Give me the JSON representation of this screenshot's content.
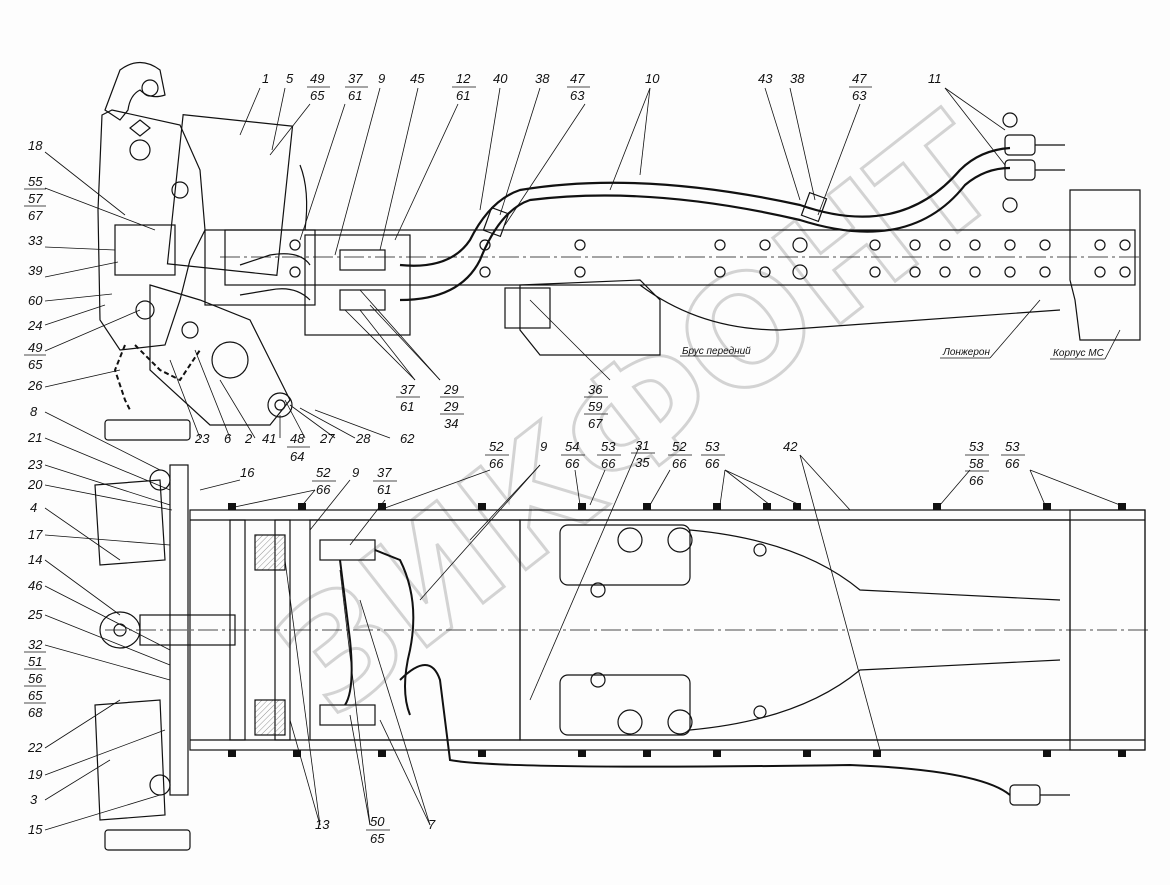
{
  "drawing": {
    "watermark": "ЗИКФОНТ",
    "captions": {
      "front_bar": "Брус передний",
      "side_member": "Лонжерон",
      "ms_body": "Корпус МС"
    },
    "top_view": {
      "labels_top": [
        {
          "id": "t1",
          "text": "1"
        },
        {
          "id": "t5",
          "text": "5"
        },
        {
          "id": "t49",
          "text": "49",
          "sub": "65"
        },
        {
          "id": "t37",
          "text": "37",
          "sub": "61"
        },
        {
          "id": "t9",
          "text": "9"
        },
        {
          "id": "t45",
          "text": "45"
        },
        {
          "id": "t12",
          "text": "12",
          "sub": "61"
        },
        {
          "id": "t40",
          "text": "40"
        },
        {
          "id": "t38a",
          "text": "38"
        },
        {
          "id": "t47a",
          "text": "47",
          "sub": "63"
        },
        {
          "id": "t10",
          "text": "10"
        },
        {
          "id": "t43",
          "text": "43"
        },
        {
          "id": "t38b",
          "text": "38"
        },
        {
          "id": "t47b",
          "text": "47",
          "sub": "63"
        },
        {
          "id": "t11",
          "text": "11"
        }
      ],
      "labels_left": [
        {
          "id": "l18",
          "text": "18"
        },
        {
          "id": "l55",
          "text": "55"
        },
        {
          "id": "l57",
          "text": "57"
        },
        {
          "id": "l67",
          "text": "67"
        },
        {
          "id": "l33",
          "text": "33"
        },
        {
          "id": "l39",
          "text": "39"
        },
        {
          "id": "l60",
          "text": "60"
        },
        {
          "id": "l24",
          "text": "24"
        },
        {
          "id": "l49",
          "text": "49"
        },
        {
          "id": "l65",
          "text": "65"
        },
        {
          "id": "l26",
          "text": "26"
        }
      ],
      "labels_bottom": [
        {
          "id": "b23",
          "text": "23"
        },
        {
          "id": "b6",
          "text": "6"
        },
        {
          "id": "b2",
          "text": "2"
        },
        {
          "id": "b41",
          "text": "41"
        },
        {
          "id": "b48",
          "text": "48"
        },
        {
          "id": "b64",
          "text": "64"
        },
        {
          "id": "b27",
          "text": "27"
        },
        {
          "id": "b28",
          "text": "28"
        },
        {
          "id": "b62",
          "text": "62"
        },
        {
          "id": "b37",
          "text": "37",
          "sub": "61"
        },
        {
          "id": "b29",
          "text": "29",
          "sub": "29",
          "sub2": "34"
        },
        {
          "id": "b36",
          "text": "36",
          "sub": "59",
          "sub2": "67"
        },
        {
          "id": "b31",
          "text": "31",
          "sub": "35"
        }
      ]
    },
    "plan_view": {
      "labels_top": [
        {
          "id": "p52a",
          "text": "52",
          "sub": "66"
        },
        {
          "id": "p9",
          "text": "9"
        },
        {
          "id": "p37",
          "text": "37",
          "sub": "61"
        },
        {
          "id": "p52b",
          "text": "52",
          "sub": "66"
        },
        {
          "id": "p9b",
          "text": "9"
        },
        {
          "id": "p54",
          "text": "54",
          "sub": "66"
        },
        {
          "id": "p53a",
          "text": "53",
          "sub": "66"
        },
        {
          "id": "p52c",
          "text": "52",
          "sub": "66"
        },
        {
          "id": "p53b",
          "text": "53",
          "sub": "66"
        },
        {
          "id": "p42",
          "text": "42"
        },
        {
          "id": "p53c",
          "text": "53",
          "sub": "58",
          "sub2": "66"
        },
        {
          "id": "p53d",
          "text": "53",
          "sub": "66"
        },
        {
          "id": "p16",
          "text": "16"
        }
      ],
      "labels_left": [
        {
          "id": "q8",
          "text": "8"
        },
        {
          "id": "q21",
          "text": "21"
        },
        {
          "id": "q23",
          "text": "23"
        },
        {
          "id": "q20",
          "text": "20"
        },
        {
          "id": "q4",
          "text": "4"
        },
        {
          "id": "q17",
          "text": "17"
        },
        {
          "id": "q14",
          "text": "14"
        },
        {
          "id": "q46",
          "text": "46"
        },
        {
          "id": "q25",
          "text": "25"
        },
        {
          "id": "q32",
          "text": "32"
        },
        {
          "id": "q51",
          "text": "51"
        },
        {
          "id": "q56",
          "text": "56"
        },
        {
          "id": "q65",
          "text": "65"
        },
        {
          "id": "q68",
          "text": "68"
        },
        {
          "id": "q22",
          "text": "22"
        },
        {
          "id": "q19",
          "text": "19"
        },
        {
          "id": "q3",
          "text": "3"
        },
        {
          "id": "q15",
          "text": "15"
        }
      ],
      "labels_bottom": [
        {
          "id": "r13",
          "text": "13"
        },
        {
          "id": "r50",
          "text": "50",
          "sub": "65"
        },
        {
          "id": "r7",
          "text": "7"
        }
      ]
    }
  }
}
